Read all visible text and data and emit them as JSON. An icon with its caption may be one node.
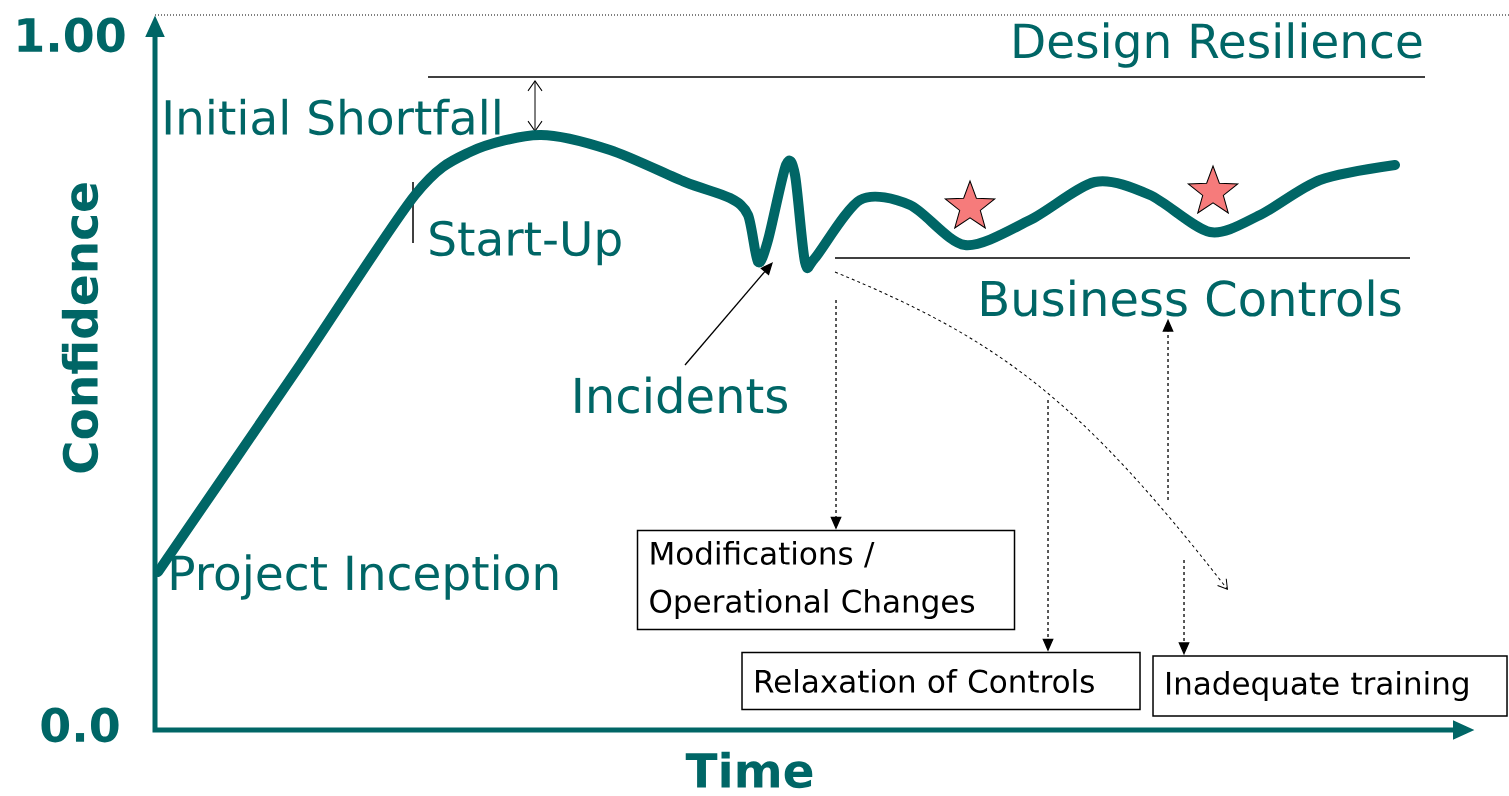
{
  "diagram": {
    "nodes": [
      {
        "text": [
          "Modifications / Operational Changes"
        ]
      },
      {
        "text": [
          "Relaxation of Controls"
        ]
      },
      {
        "text": [
          "Inadequate training"
        ]
      },
      {
        "text": [
          "Incidents"
        ]
      },
      {
        "text": [
          "Business Controls"
        ]
      }
    ],
    "edges": [
      {
        "from": 3,
        "to": null,
        "arrow": "to"
      },
      {
        "from": null,
        "to": 0,
        "arrow": "to",
        "style": "dashed"
      },
      {
        "from": null,
        "to": 1,
        "arrow": "to",
        "style": "dashed"
      },
      {
        "from": null,
        "to": 2,
        "arrow": "to",
        "style": "dashed"
      },
      {
        "from": null,
        "to": 4,
        "arrow": "to",
        "style": "dashed"
      }
    ],
    "labels": [
      "1.00",
      "Design Resilience",
      "Initial Shortfall",
      "Start-Up",
      "Confidence",
      "Project Inception",
      "0.0",
      "Time"
    ]
  }
}
